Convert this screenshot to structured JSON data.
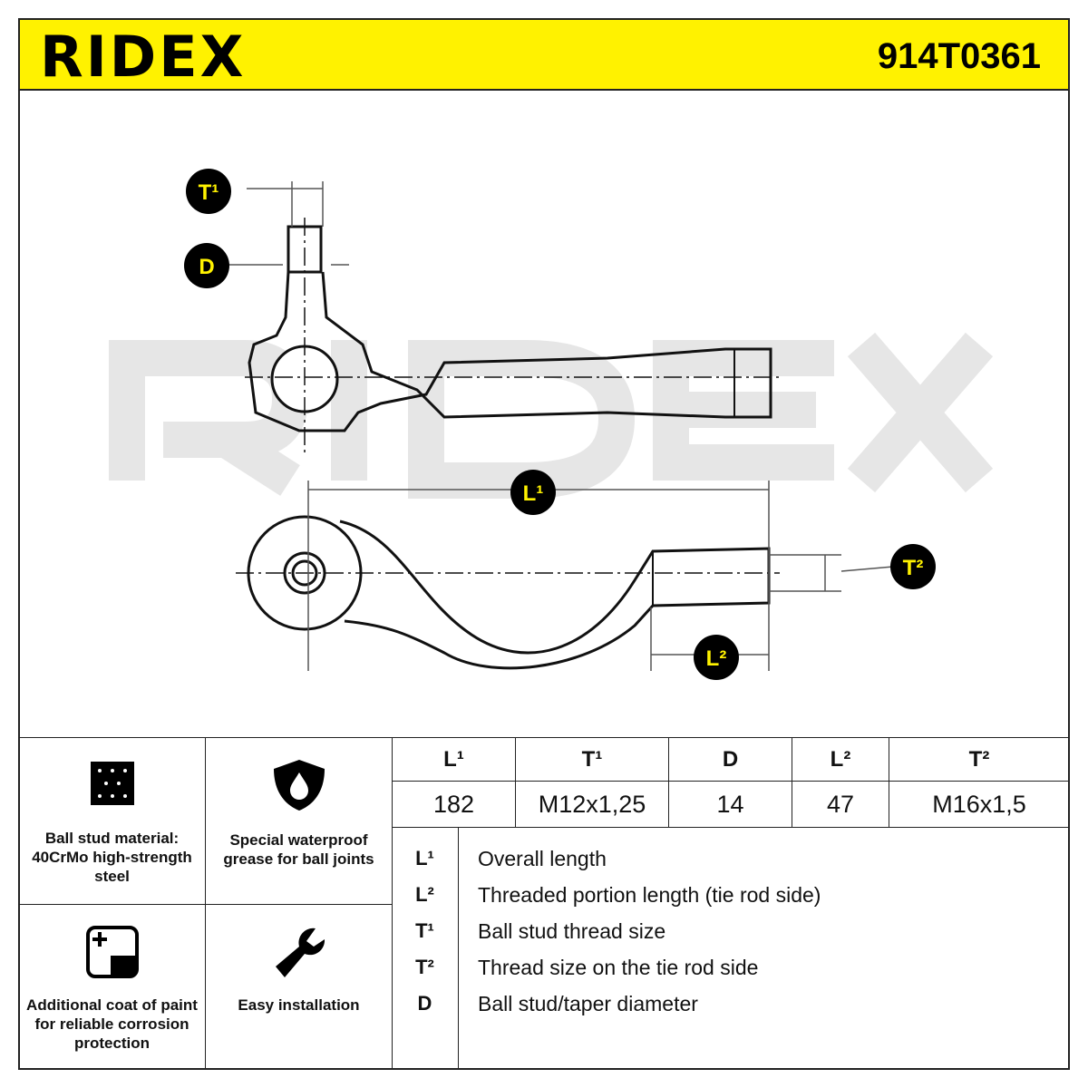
{
  "header": {
    "brand": "RIDEX",
    "part_number": "914T0361",
    "accent_color": "#fff200"
  },
  "drawing": {
    "watermark": "RIDEX",
    "labels": {
      "t1": "T¹",
      "d": "D",
      "l1": "L¹",
      "l2": "L²",
      "t2": "T²"
    }
  },
  "features": [
    {
      "icon": "steel-mesh-icon",
      "text": "Ball stud material: 40CrMo high-strength steel"
    },
    {
      "icon": "shield-drop-icon",
      "text": "Special waterproof grease for ball joints"
    },
    {
      "icon": "paint-layer-icon",
      "text": "Additional coat of paint for reliable corrosion protection"
    },
    {
      "icon": "wrench-icon",
      "text": "Easy installation"
    }
  ],
  "specs": {
    "headers": [
      "L¹",
      "T¹",
      "D",
      "L²",
      "T²"
    ],
    "values": [
      "182",
      "M12x1,25",
      "14",
      "47",
      "M16x1,5"
    ]
  },
  "legend": [
    {
      "key": "L¹",
      "desc": "Overall length"
    },
    {
      "key": "L²",
      "desc": "Threaded portion length (tie rod side)"
    },
    {
      "key": "T¹",
      "desc": "Ball stud thread size"
    },
    {
      "key": "T²",
      "desc": "Thread size on the tie rod side"
    },
    {
      "key": "D",
      "desc": "Ball stud/taper diameter"
    }
  ]
}
